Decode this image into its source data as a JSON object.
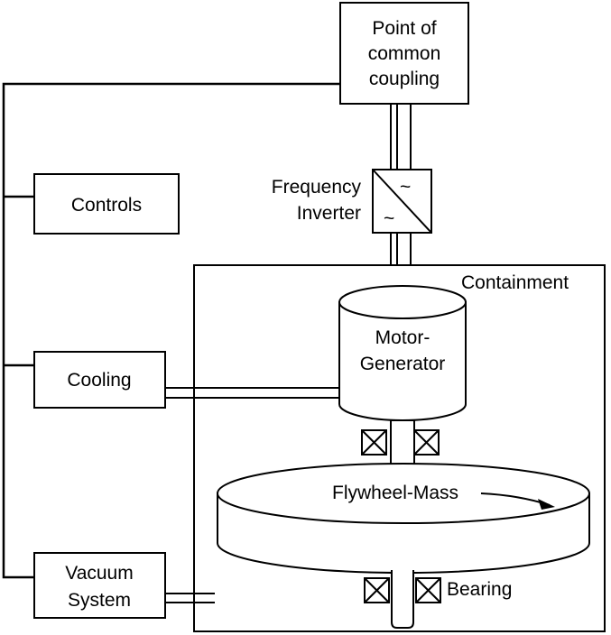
{
  "labels": {
    "pcc": [
      "Point of",
      "common",
      "coupling"
    ],
    "frequency_inverter": [
      "Frequency",
      "Inverter"
    ],
    "controls": "Controls",
    "cooling": "Cooling",
    "vacuum_system": [
      "Vacuum",
      "System"
    ],
    "containment": "Containment",
    "motor_generator": [
      "Motor-",
      "Generator"
    ],
    "flywheel_mass": "Flywheel-Mass",
    "bearing": "Bearing"
  }
}
